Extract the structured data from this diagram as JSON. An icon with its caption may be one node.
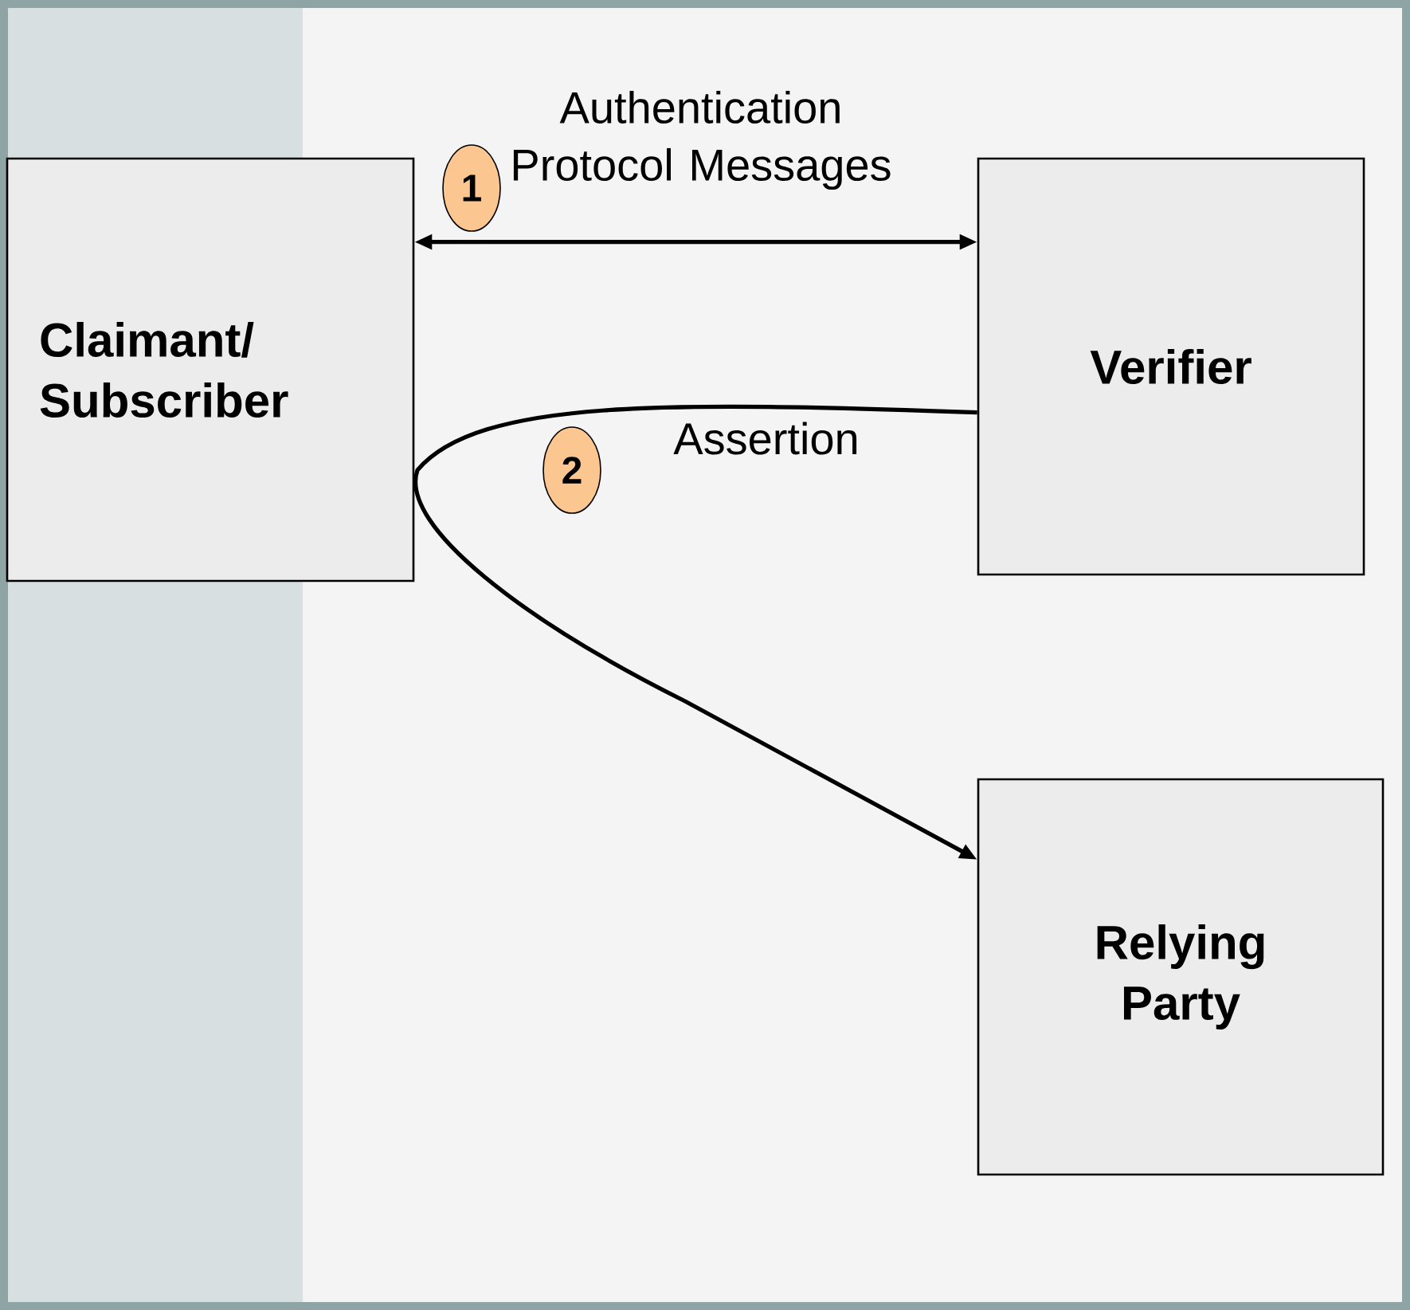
{
  "diagram": {
    "nodes": [
      {
        "text": [
          "Claimant/ Subscriber"
        ]
      },
      {
        "text": [
          "1"
        ]
      },
      {
        "text": [
          "Verifier"
        ]
      },
      {
        "text": [
          "2"
        ]
      },
      {
        "text": [
          "Relying Party"
        ]
      }
    ],
    "edges": [
      {
        "from": 0,
        "to": 2,
        "arrow": "both",
        "label": "Authentication Protocol Messages"
      },
      {
        "from": 2,
        "to": 4,
        "arrow": "to",
        "label": "Assertion"
      }
    ]
  }
}
